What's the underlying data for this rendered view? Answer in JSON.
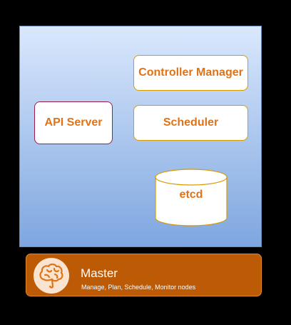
{
  "master": {
    "components": {
      "api_server": "API Server",
      "controller_manager": "Controller Manager",
      "scheduler": "Scheduler",
      "etcd": "etcd"
    },
    "title": "Master",
    "subtitle": "Manage, Plan, Schedule, Monitor nodes",
    "icon": "brain-icon"
  },
  "colors": {
    "label_text": "#e07316",
    "master_bar": "#bc5a06",
    "panel_gradient_top": "#dae8fc",
    "panel_gradient_bottom": "#7ea6e0"
  }
}
